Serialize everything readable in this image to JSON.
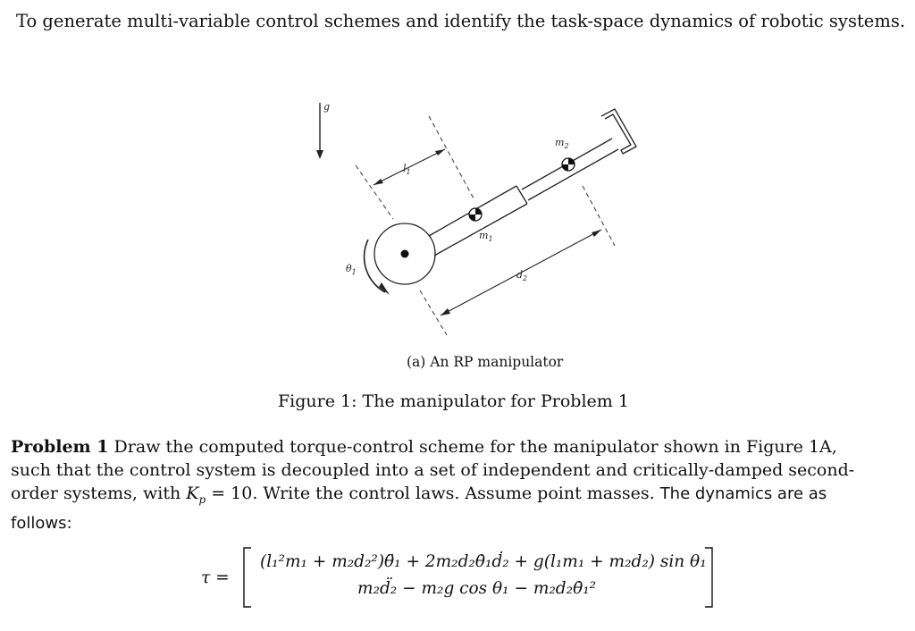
{
  "objective": "To generate multi-variable control schemes and identify the task-space dynamics of robotic systems.",
  "figure": {
    "labels": {
      "gravity": "g",
      "link_length": "l",
      "link_length_sub": "1",
      "angle": "θ",
      "angle_sub": "1",
      "mass1": "m",
      "mass1_sub": "1",
      "mass2": "m",
      "mass2_sub": "2",
      "prismatic": "d",
      "prismatic_sub": "2"
    },
    "subcaption": "(a) An RP manipulator",
    "caption": "Figure 1: The manipulator for Problem 1"
  },
  "problem": {
    "heading": "Problem 1",
    "text_1": " Draw the computed torque-control scheme for the manipulator shown in Figure 1A, such that the control system is decoupled into a set of independent and critically-damped second-order systems, with ",
    "kp_symbol": "K",
    "kp_sub": "p",
    "kp_value": " = 10.  Write the control laws.  Assume point masses. ",
    "text_2": "The dynamics are as follows:"
  },
  "equation": {
    "lhs": "τ =",
    "row1": "(l₁²m₁ + m₂d₂²)θ̈₁ + 2m₂d₂θ̇₁ḋ₂ + g(l₁m₁ + m₂d₂) sin θ₁",
    "row2": "m₂d̈₂ − m₂g cos θ₁ − m₂d₂θ̇₁²"
  }
}
